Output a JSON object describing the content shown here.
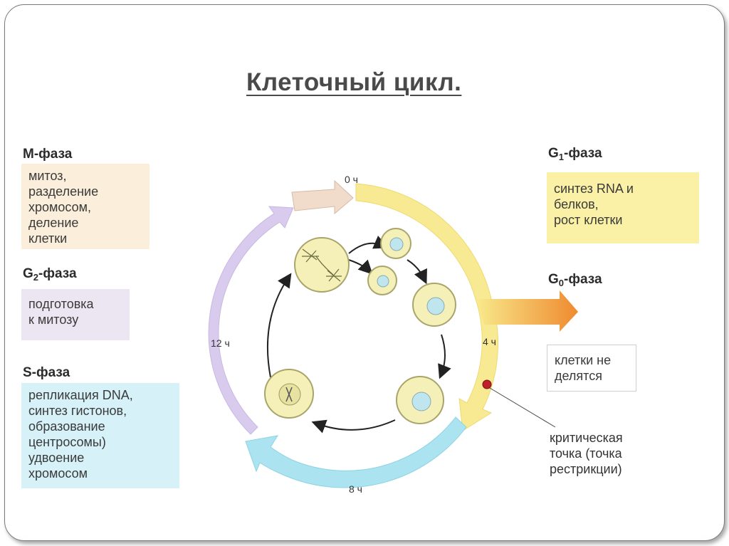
{
  "title": "Клеточный цикл.",
  "phases": {
    "m": {
      "name": "M-фаза",
      "lines": [
        "митоз,",
        "разделение",
        "хромосом,",
        "деление",
        "клетки"
      ],
      "color": "#fbefdc"
    },
    "g2": {
      "name_main": "G",
      "name_sub": "2",
      "name_rest": "-фаза",
      "lines": [
        "подготовка",
        "к митозу"
      ],
      "color": "#ece6f2"
    },
    "s": {
      "name": "S-фаза",
      "lines": [
        "репликация DNA,",
        "синтез гистонов,",
        "образование",
        "центросомы)",
        "удвоение",
        "хромосом"
      ],
      "color": "#d6f1f7"
    },
    "g1": {
      "name_main": "G",
      "name_sub": "1",
      "name_rest": "-фаза",
      "lines": [
        "синтез RNA и",
        "белков,",
        "рост клетки"
      ],
      "color": "#fbf1a6"
    },
    "g0": {
      "name_main": "G",
      "name_sub": "0",
      "name_rest": "-фаза",
      "lines": [
        "клетки не",
        "делятся"
      ]
    }
  },
  "checkpoint": {
    "lines": [
      "критическая",
      "точка (точка",
      "рестрикции)"
    ]
  },
  "times": {
    "t0": "0 ч",
    "t4": "4 ч",
    "t8": "8 ч",
    "t12": "12 ч"
  },
  "colors": {
    "g1_arrow": "#f8e98a",
    "g0_arrow": "#f0933a",
    "s_arrow": "#a9e3ef",
    "g2_arrow": "#d7c8ea",
    "m_arrow": "#efd8c8",
    "cell_fill": "#f4f0b8",
    "cell_stroke": "#a9a56a",
    "checkpoint_dot": "#c0202a"
  }
}
